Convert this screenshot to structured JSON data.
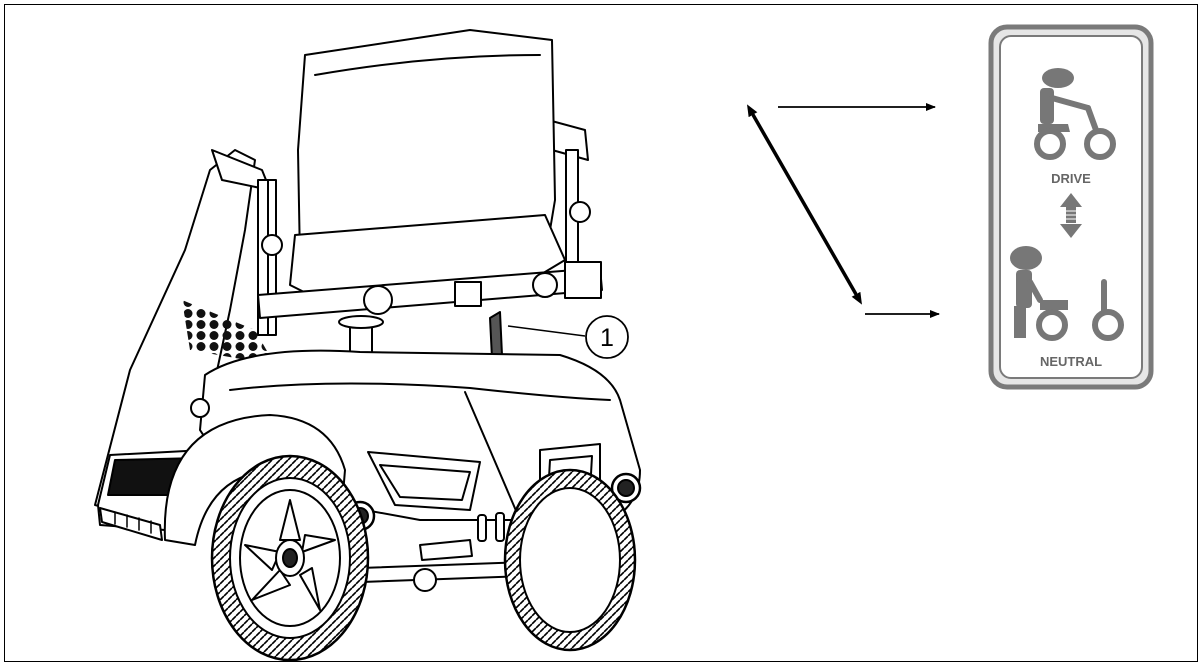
{
  "figure": {
    "callout_number": "1",
    "sticker": {
      "drive_label": "DRIVE",
      "neutral_label": "NEUTRAL"
    }
  },
  "colors": {
    "line": "#000000",
    "sticker_bg": "#e6e6e6",
    "sticker_border": "#7a7a7a",
    "sticker_figure": "#777777"
  },
  "icons": [
    "drive-figure-icon",
    "neutral-figure-icon",
    "double-arrow-icon"
  ]
}
